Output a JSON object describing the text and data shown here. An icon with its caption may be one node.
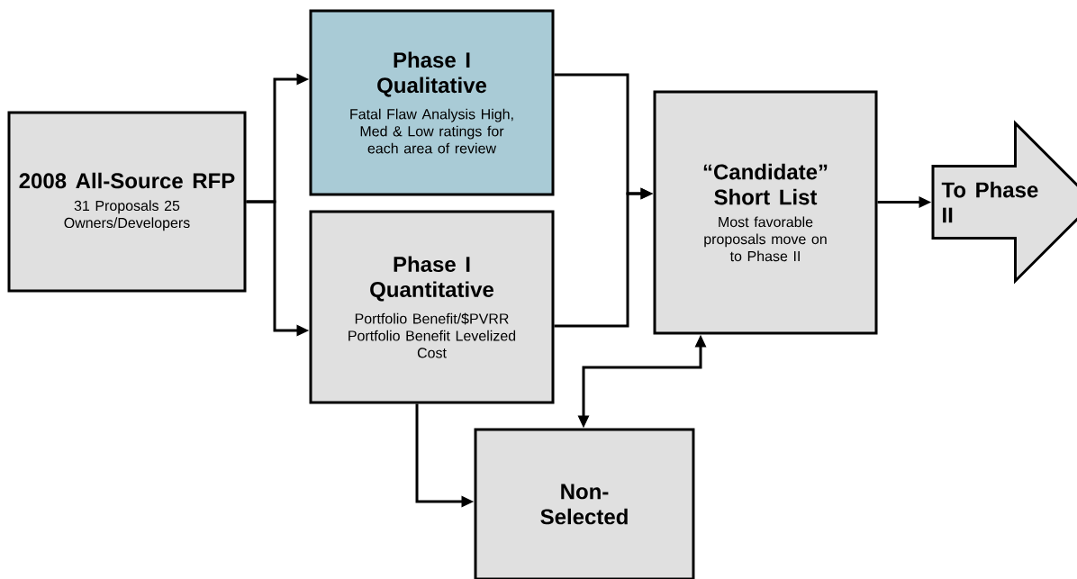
{
  "diagram": {
    "nodes": [
      {
        "text": [
          "2008 All-Source RFP",
          "31 Proposals 25 Owners/Developers"
        ]
      },
      {
        "text": [
          "Phase I Qualitative",
          "Fatal Flaw Analysis High, Med & Low ratings for each area of review"
        ]
      },
      {
        "text": [
          "Phase I Quantitative",
          "Portfolio Benefit/$PVRR Portfolio Benefit Levelized Cost"
        ]
      },
      {
        "text": [
          "“Candidate” Short List",
          "Most favorable proposals move on to Phase II"
        ]
      },
      {
        "text": [
          "To Phase II"
        ]
      },
      {
        "text": [
          "Non-Selected"
        ]
      }
    ],
    "edges": [
      {
        "from": 0,
        "to": 1,
        "arrow": "to"
      },
      {
        "from": 0,
        "to": 2,
        "arrow": "to"
      },
      {
        "from": 1,
        "to": 3,
        "arrow": "to"
      },
      {
        "from": 2,
        "to": 3,
        "arrow": "to"
      },
      {
        "from": 3,
        "to": 4,
        "arrow": "to"
      },
      {
        "from": 2,
        "to": 5,
        "arrow": "to"
      },
      {
        "from": 3,
        "to": 5,
        "arrow": "both"
      }
    ]
  }
}
